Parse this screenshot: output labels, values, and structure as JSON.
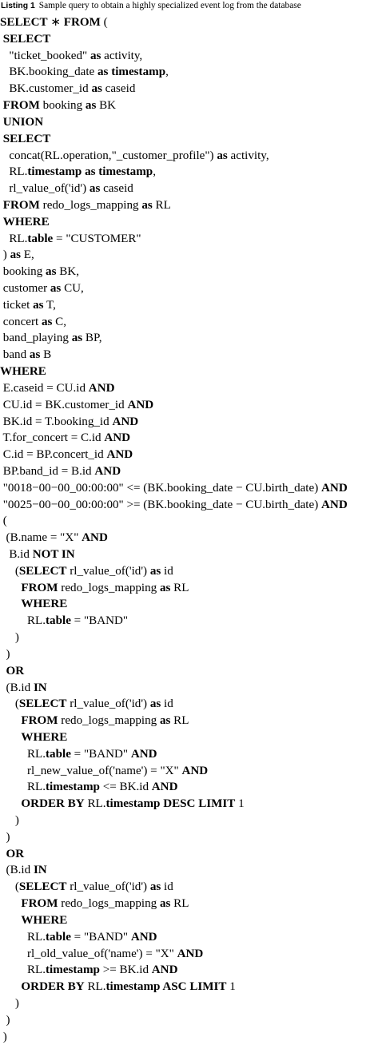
{
  "listing": {
    "label": "Listing 1",
    "caption": "Sample query to obtain a highly specialized event log from the database",
    "lines": [
      [
        {
          "t": "SELECT",
          "b": true
        },
        {
          "t": " ∗ "
        },
        {
          "t": "FROM",
          "b": true
        },
        {
          "t": " ("
        }
      ],
      [
        {
          "t": " "
        },
        {
          "t": "SELECT",
          "b": true
        }
      ],
      [
        {
          "t": "   \"ticket_booked\" "
        },
        {
          "t": "as",
          "b": true
        },
        {
          "t": " activity,"
        }
      ],
      [
        {
          "t": "   BK.booking_date "
        },
        {
          "t": "as timestamp",
          "b": true
        },
        {
          "t": ","
        }
      ],
      [
        {
          "t": "   BK.customer_id "
        },
        {
          "t": "as",
          "b": true
        },
        {
          "t": " caseid"
        }
      ],
      [
        {
          "t": " "
        },
        {
          "t": "FROM",
          "b": true
        },
        {
          "t": " booking "
        },
        {
          "t": "as",
          "b": true
        },
        {
          "t": " BK"
        }
      ],
      [
        {
          "t": " "
        },
        {
          "t": "UNION",
          "b": true
        }
      ],
      [
        {
          "t": " "
        },
        {
          "t": "SELECT",
          "b": true
        }
      ],
      [
        {
          "t": "   concat(RL.operation,\"_customer_profile\") "
        },
        {
          "t": "as",
          "b": true
        },
        {
          "t": " activity,"
        }
      ],
      [
        {
          "t": "   RL."
        },
        {
          "t": "timestamp as timestamp",
          "b": true
        },
        {
          "t": ","
        }
      ],
      [
        {
          "t": "   rl_value_of('id') "
        },
        {
          "t": "as",
          "b": true
        },
        {
          "t": " caseid"
        }
      ],
      [
        {
          "t": " "
        },
        {
          "t": "FROM",
          "b": true
        },
        {
          "t": " redo_logs_mapping "
        },
        {
          "t": "as",
          "b": true
        },
        {
          "t": " RL"
        }
      ],
      [
        {
          "t": " "
        },
        {
          "t": "WHERE",
          "b": true
        }
      ],
      [
        {
          "t": "   RL."
        },
        {
          "t": "table",
          "b": true
        },
        {
          "t": " = \"CUSTOMER\""
        }
      ],
      [
        {
          "t": " ) "
        },
        {
          "t": "as",
          "b": true
        },
        {
          "t": " E,"
        }
      ],
      [
        {
          "t": " booking "
        },
        {
          "t": "as",
          "b": true
        },
        {
          "t": " BK,"
        }
      ],
      [
        {
          "t": " customer "
        },
        {
          "t": "as",
          "b": true
        },
        {
          "t": " CU,"
        }
      ],
      [
        {
          "t": " ticket "
        },
        {
          "t": "as",
          "b": true
        },
        {
          "t": " T,"
        }
      ],
      [
        {
          "t": " concert "
        },
        {
          "t": "as",
          "b": true
        },
        {
          "t": " C,"
        }
      ],
      [
        {
          "t": " band_playing "
        },
        {
          "t": "as",
          "b": true
        },
        {
          "t": " BP,"
        }
      ],
      [
        {
          "t": " band "
        },
        {
          "t": "as",
          "b": true
        },
        {
          "t": " B"
        }
      ],
      [
        {
          "t": "WHERE",
          "b": true
        }
      ],
      [
        {
          "t": " E.caseid = CU.id "
        },
        {
          "t": "AND",
          "b": true
        }
      ],
      [
        {
          "t": " CU.id = BK.customer_id "
        },
        {
          "t": "AND",
          "b": true
        }
      ],
      [
        {
          "t": " BK.id = T.booking_id "
        },
        {
          "t": "AND",
          "b": true
        }
      ],
      [
        {
          "t": " T.for_concert = C.id "
        },
        {
          "t": "AND",
          "b": true
        }
      ],
      [
        {
          "t": " C.id = BP.concert_id "
        },
        {
          "t": "AND",
          "b": true
        }
      ],
      [
        {
          "t": " BP.band_id = B.id "
        },
        {
          "t": "AND",
          "b": true
        }
      ],
      [
        {
          "t": " \"0018−00−00_00:00:00\" <= (BK.booking_date − CU.birth_date) "
        },
        {
          "t": "AND",
          "b": true
        }
      ],
      [
        {
          "t": " \"0025−00−00_00:00:00\" >= (BK.booking_date − CU.birth_date) "
        },
        {
          "t": "AND",
          "b": true
        }
      ],
      [
        {
          "t": " ("
        }
      ],
      [
        {
          "t": "  (B.name = \"X\" "
        },
        {
          "t": "AND",
          "b": true
        }
      ],
      [
        {
          "t": "   B.id "
        },
        {
          "t": "NOT IN",
          "b": true
        }
      ],
      [
        {
          "t": "     ("
        },
        {
          "t": "SELECT",
          "b": true
        },
        {
          "t": " rl_value_of('id') "
        },
        {
          "t": "as",
          "b": true
        },
        {
          "t": " id"
        }
      ],
      [
        {
          "t": "       "
        },
        {
          "t": "FROM",
          "b": true
        },
        {
          "t": " redo_logs_mapping "
        },
        {
          "t": "as",
          "b": true
        },
        {
          "t": " RL"
        }
      ],
      [
        {
          "t": "       "
        },
        {
          "t": "WHERE",
          "b": true
        }
      ],
      [
        {
          "t": "         RL."
        },
        {
          "t": "table",
          "b": true
        },
        {
          "t": " = \"BAND\""
        }
      ],
      [
        {
          "t": "     )"
        }
      ],
      [
        {
          "t": "  )"
        }
      ],
      [
        {
          "t": "  "
        },
        {
          "t": "OR",
          "b": true
        }
      ],
      [
        {
          "t": "  (B.id "
        },
        {
          "t": "IN",
          "b": true
        }
      ],
      [
        {
          "t": "     ("
        },
        {
          "t": "SELECT",
          "b": true
        },
        {
          "t": " rl_value_of('id') "
        },
        {
          "t": "as",
          "b": true
        },
        {
          "t": " id"
        }
      ],
      [
        {
          "t": "       "
        },
        {
          "t": "FROM",
          "b": true
        },
        {
          "t": " redo_logs_mapping "
        },
        {
          "t": "as",
          "b": true
        },
        {
          "t": " RL"
        }
      ],
      [
        {
          "t": "       "
        },
        {
          "t": "WHERE",
          "b": true
        }
      ],
      [
        {
          "t": "         RL."
        },
        {
          "t": "table",
          "b": true
        },
        {
          "t": " = \"BAND\" "
        },
        {
          "t": "AND",
          "b": true
        }
      ],
      [
        {
          "t": "         rl_new_value_of('name') = \"X\" "
        },
        {
          "t": "AND",
          "b": true
        }
      ],
      [
        {
          "t": "         RL."
        },
        {
          "t": "timestamp",
          "b": true
        },
        {
          "t": " <= BK.id "
        },
        {
          "t": "AND",
          "b": true
        }
      ],
      [
        {
          "t": "       "
        },
        {
          "t": "ORDER BY",
          "b": true
        },
        {
          "t": " RL."
        },
        {
          "t": "timestamp DESC LIMIT",
          "b": true
        },
        {
          "t": " 1"
        }
      ],
      [
        {
          "t": "     )"
        }
      ],
      [
        {
          "t": "  )"
        }
      ],
      [
        {
          "t": "  "
        },
        {
          "t": "OR",
          "b": true
        }
      ],
      [
        {
          "t": "  (B.id "
        },
        {
          "t": "IN",
          "b": true
        }
      ],
      [
        {
          "t": "     ("
        },
        {
          "t": "SELECT",
          "b": true
        },
        {
          "t": " rl_value_of('id') "
        },
        {
          "t": "as",
          "b": true
        },
        {
          "t": " id"
        }
      ],
      [
        {
          "t": "       "
        },
        {
          "t": "FROM",
          "b": true
        },
        {
          "t": " redo_logs_mapping "
        },
        {
          "t": "as",
          "b": true
        },
        {
          "t": " RL"
        }
      ],
      [
        {
          "t": "       "
        },
        {
          "t": "WHERE",
          "b": true
        }
      ],
      [
        {
          "t": "         RL."
        },
        {
          "t": "table",
          "b": true
        },
        {
          "t": " = \"BAND\" "
        },
        {
          "t": "AND",
          "b": true
        }
      ],
      [
        {
          "t": "         rl_old_value_of('name') = \"X\" "
        },
        {
          "t": "AND",
          "b": true
        }
      ],
      [
        {
          "t": "         RL."
        },
        {
          "t": "timestamp",
          "b": true
        },
        {
          "t": " >= BK.id "
        },
        {
          "t": "AND",
          "b": true
        }
      ],
      [
        {
          "t": "       "
        },
        {
          "t": "ORDER BY",
          "b": true
        },
        {
          "t": " RL."
        },
        {
          "t": "timestamp ASC LIMIT",
          "b": true
        },
        {
          "t": " 1"
        }
      ],
      [
        {
          "t": "     )"
        }
      ],
      [
        {
          "t": "  )"
        }
      ],
      [
        {
          "t": " )"
        }
      ]
    ]
  }
}
